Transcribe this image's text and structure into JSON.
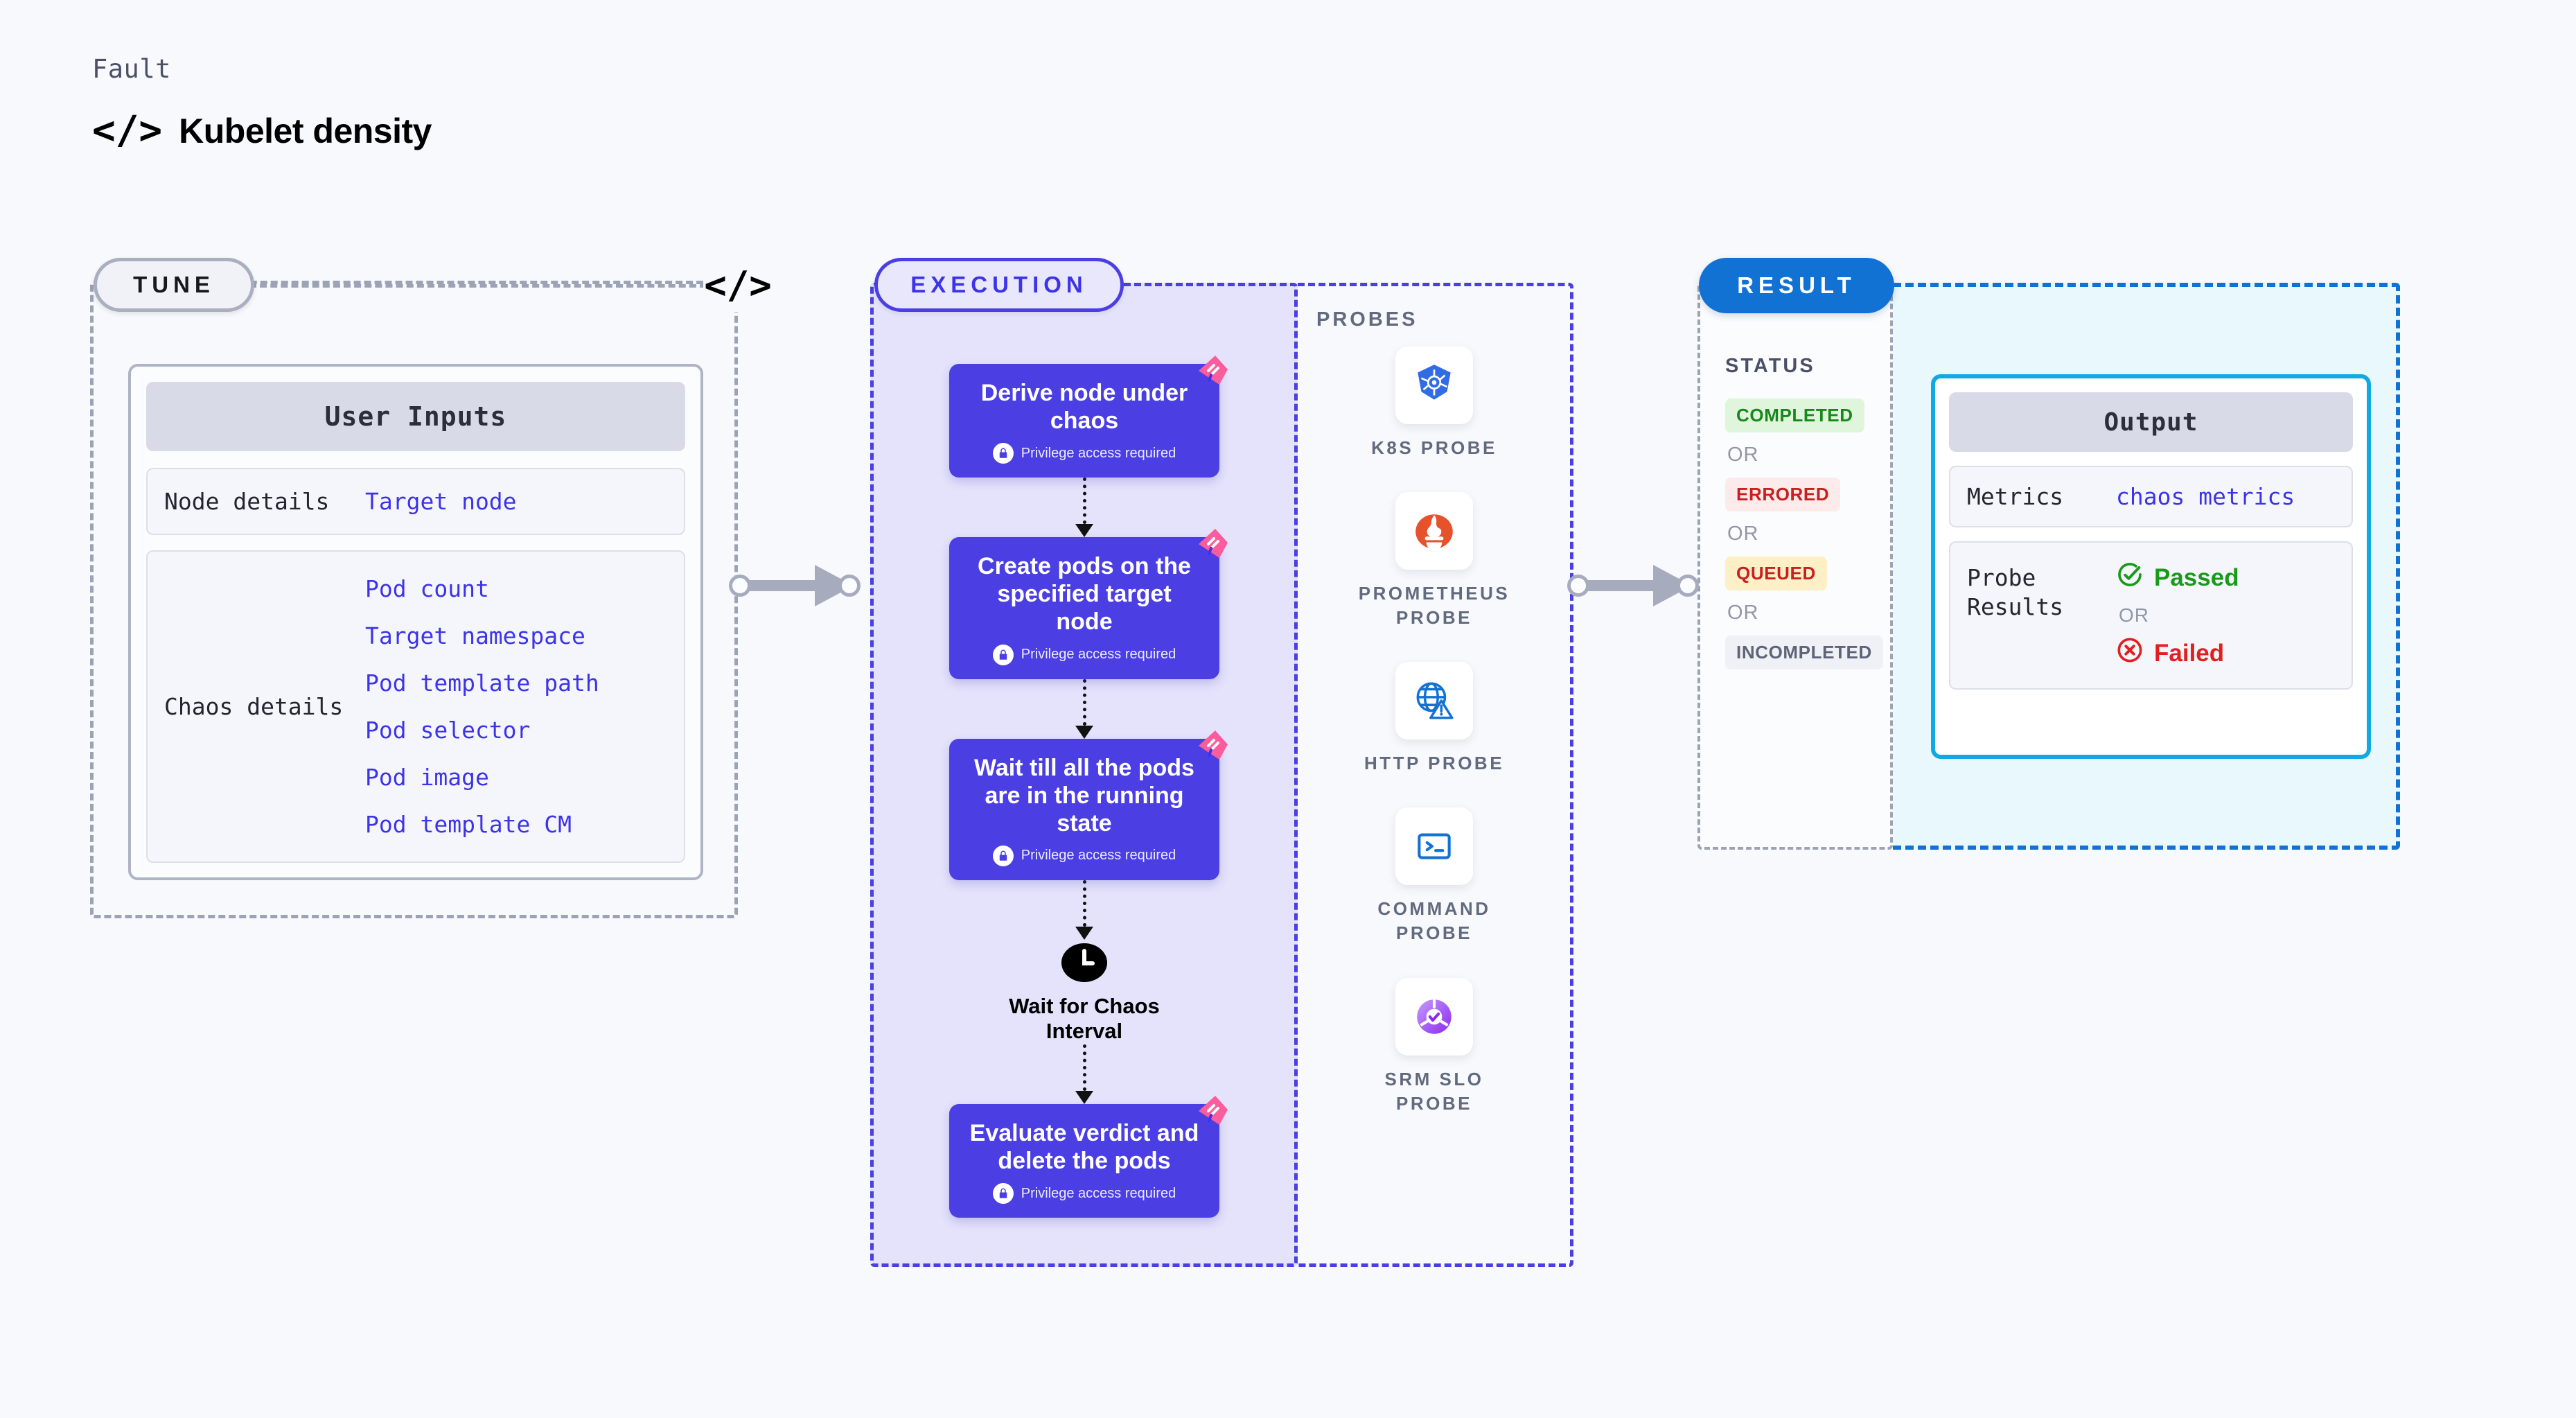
{
  "header": {
    "kicker": "Fault",
    "code_icon": "</>",
    "title": "Kubelet density"
  },
  "tune": {
    "stage_label": "TUNE",
    "code_icon": "</>",
    "card_title": "User Inputs",
    "groups": [
      {
        "key": "Node details",
        "values": [
          "Target node"
        ]
      },
      {
        "key": "Chaos details",
        "values": [
          "Pod count",
          "Target namespace",
          "Pod template path",
          "Pod selector",
          "Pod image",
          "Pod template CM"
        ]
      }
    ]
  },
  "execution": {
    "stage_label": "EXECUTION",
    "privilege_note": "Privilege access required",
    "steps": [
      {
        "title": "Derive node under chaos",
        "privileged": true
      },
      {
        "title": "Create pods on the specified target node",
        "privileged": true
      },
      {
        "title": "Wait till all the pods are in the running state",
        "privileged": true
      }
    ],
    "wait_node": {
      "icon": "clock-icon",
      "label": "Wait for Chaos Interval"
    },
    "final_step": {
      "title": "Evaluate verdict and delete the pods",
      "privileged": true
    }
  },
  "probes": {
    "section_label": "PROBES",
    "items": [
      {
        "name": "K8S PROBE",
        "icon": "kubernetes-icon"
      },
      {
        "name": "PROMETHEUS PROBE",
        "icon": "prometheus-icon"
      },
      {
        "name": "HTTP PROBE",
        "icon": "http-globe-icon"
      },
      {
        "name": "COMMAND PROBE",
        "icon": "terminal-icon"
      },
      {
        "name": "SRM SLO PROBE",
        "icon": "srm-slo-icon"
      }
    ]
  },
  "result": {
    "stage_label": "RESULT",
    "status_label": "STATUS",
    "or_label": "OR",
    "statuses": [
      {
        "label": "COMPLETED",
        "bg": "#dff5dc",
        "fg": "#19881b"
      },
      {
        "label": "ERRORED",
        "bg": "#fdeaea",
        "fg": "#c91f1f"
      },
      {
        "label": "QUEUED",
        "bg": "#fdf0c7",
        "fg": "#c91f1f"
      },
      {
        "label": "INCOMPLETED",
        "bg": "#f0f1f6",
        "fg": "#5d6477"
      }
    ],
    "output": {
      "card_title": "Output",
      "metrics_key": "Metrics",
      "metrics_value": "chaos metrics",
      "probe_results_key": "Probe Results",
      "passed_label": "Passed",
      "failed_label": "Failed",
      "or_label": "OR"
    }
  },
  "colors": {
    "accent_purple": "#4b3fe4",
    "accent_blue": "#1272d3",
    "accent_cyan": "#12a9e3",
    "link_purple": "#3d33e8",
    "badge_pink": "#fb5c9c",
    "pass_green": "#1a9a1a",
    "fail_red": "#e02020"
  }
}
